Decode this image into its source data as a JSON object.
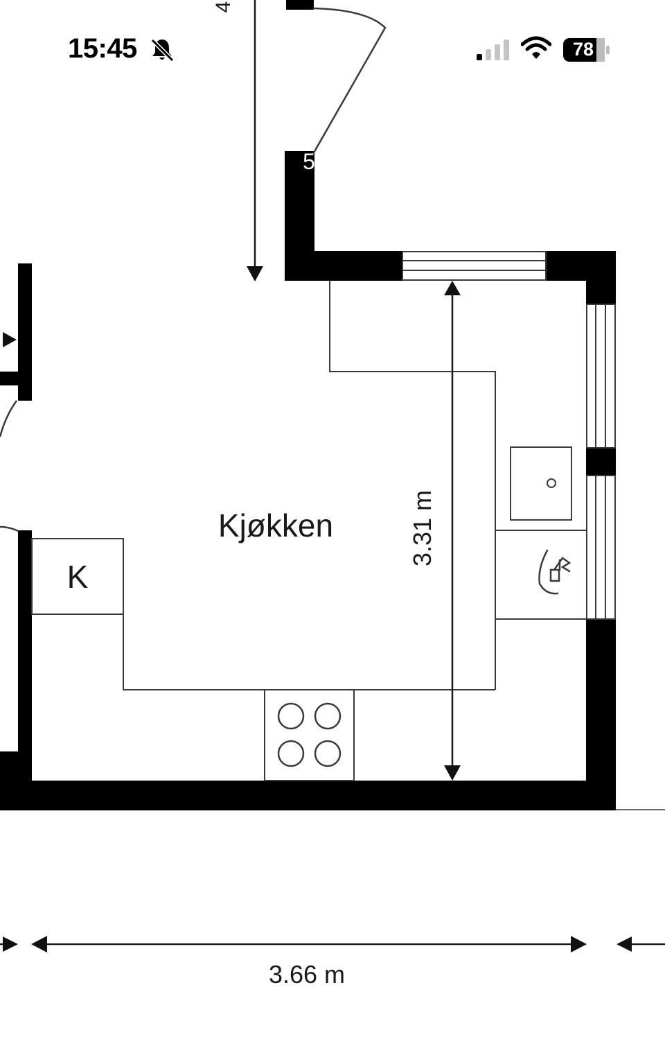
{
  "status_bar": {
    "time": "15:45",
    "silent_icon": "bell-slash-icon",
    "signal_icon": "cellular-signal-icon",
    "wifi_icon": "wifi-icon",
    "battery_level": "78"
  },
  "floor_plan": {
    "room_name": "Kjøkken",
    "fridge_label": "K",
    "height_dimension": "3.31 m",
    "width_dimension": "3.66 m",
    "partial_label_top": "4",
    "partial_label_door": "5",
    "icons": {
      "sink": "sink-icon",
      "faucet": "faucet-icon",
      "stove": "stove-icon"
    },
    "colors": {
      "wall": "#000000",
      "line": "#3a3a3a",
      "background": "#ffffff"
    }
  }
}
